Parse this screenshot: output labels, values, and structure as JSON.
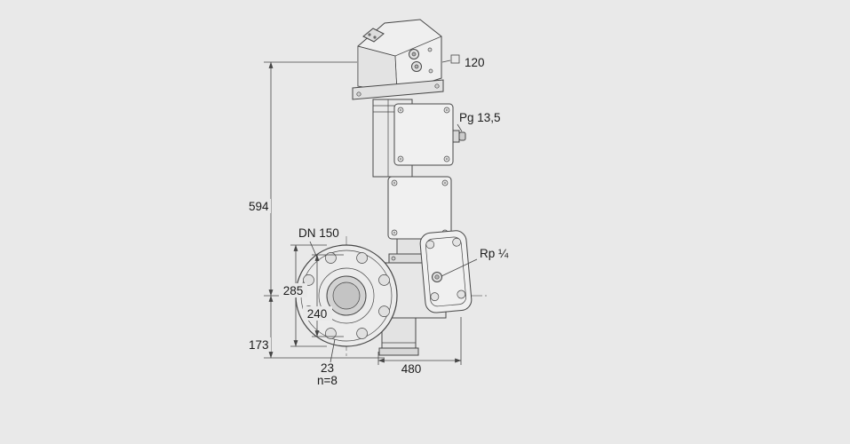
{
  "drawing": {
    "background": "#e9e9e9",
    "line_color": "#474747",
    "text_color": "#1b1b1b"
  },
  "labels": {
    "square_side": "120",
    "cable_gland": "Pg 13,5",
    "total_height": "594",
    "nominal_diameter": "DN 150",
    "flange_outer_diameter": "285",
    "bolt_circle_diameter": "240",
    "base_height": "173",
    "bolt_hole_diameter": "23",
    "bolt_count": "n=8",
    "tapped_port": "Rp ¼",
    "face_to_face_length": "480"
  }
}
